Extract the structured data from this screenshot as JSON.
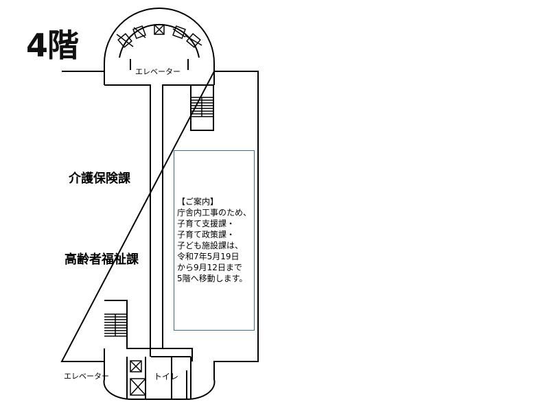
{
  "floor": {
    "title": "4階"
  },
  "rooms": {
    "kaigo": "介護保険課",
    "koreisha": "高齢者福祉課"
  },
  "facilities": {
    "elevator_top": "エレベーター",
    "elevator_bottom": "エレベーター",
    "toilet": "トイレ"
  },
  "notice": {
    "lines": [
      "【ご案内】",
      "庁舎内工事のため、",
      "子育て支援課・",
      "子育て政策課・",
      "子ども施設課は、",
      "令和7年5月19日",
      "から9月12日まで",
      "5階へ移動します。"
    ]
  }
}
